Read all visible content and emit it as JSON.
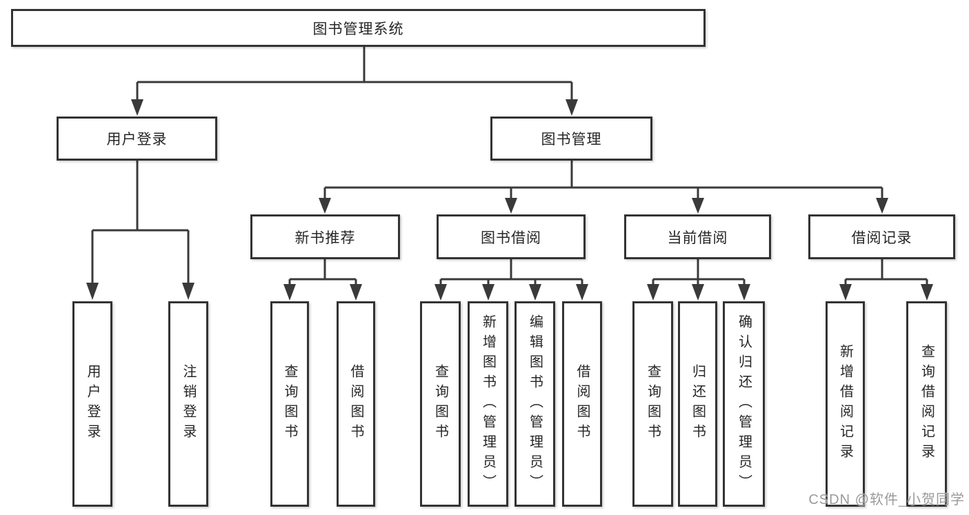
{
  "colors": {
    "line": "#3a3a3a",
    "border": "#333333",
    "text": "#262626",
    "watermark": "#9a9a9a",
    "background": "#ffffff"
  },
  "watermark": {
    "text": "CSDN @软件_小贺同学"
  },
  "tree": {
    "root": {
      "label": "图书管理系统"
    },
    "branches": [
      {
        "label": "用户登录",
        "children": [
          {
            "label": "用户登录"
          },
          {
            "label": "注销登录"
          }
        ]
      },
      {
        "label": "图书管理",
        "children": [
          {
            "label": "新书推荐",
            "children": [
              {
                "label": "查询图书"
              },
              {
                "label": "借阅图书"
              }
            ]
          },
          {
            "label": "图书借阅",
            "children": [
              {
                "label": "查询图书"
              },
              {
                "label": "新增图书（管理员）"
              },
              {
                "label": "编辑图书（管理员）"
              },
              {
                "label": "借阅图书"
              }
            ]
          },
          {
            "label": "当前借阅",
            "children": [
              {
                "label": "查询图书"
              },
              {
                "label": "归还图书"
              },
              {
                "label": "确认归还（管理员）"
              }
            ]
          },
          {
            "label": "借阅记录",
            "children": [
              {
                "label": "新增借阅记录"
              },
              {
                "label": "查询借阅记录"
              }
            ]
          }
        ]
      }
    ]
  }
}
